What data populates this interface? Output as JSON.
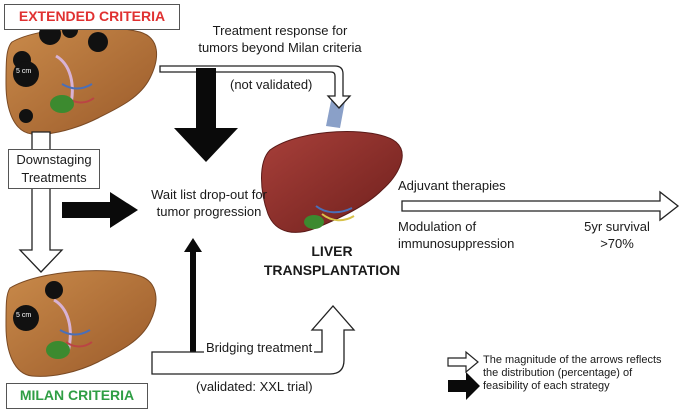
{
  "criteria": {
    "extended": {
      "label": "EXTENDED CRITERIA",
      "color": "#e03131"
    },
    "milan": {
      "label": "MILAN CRITERIA",
      "color": "#2f9e44"
    }
  },
  "liver_tumor_label": "5 cm",
  "top_text": {
    "line1": "Treatment response for",
    "line2": "tumors beyond Milan criteria",
    "note": "(not validated)"
  },
  "downstaging": {
    "line1": "Downstaging",
    "line2": "Treatments"
  },
  "dropout": {
    "line1": "Wait list drop-out for",
    "line2": "tumor progression"
  },
  "transplant": {
    "line1": "LIVER",
    "line2": "TRANSPLANTATION"
  },
  "adjuvant": "Adjuvant therapies",
  "modulation": {
    "line1": "Modulation of",
    "line2": "immunosuppression"
  },
  "survival": {
    "line1": "5yr survival",
    "line2": ">70%"
  },
  "bridging": {
    "label": "Bridging treatment",
    "note": "(validated: XXL trial)"
  },
  "legend": "The magnitude of the arrows reflects the distribution (percentage) of feasibility of each strategy"
}
